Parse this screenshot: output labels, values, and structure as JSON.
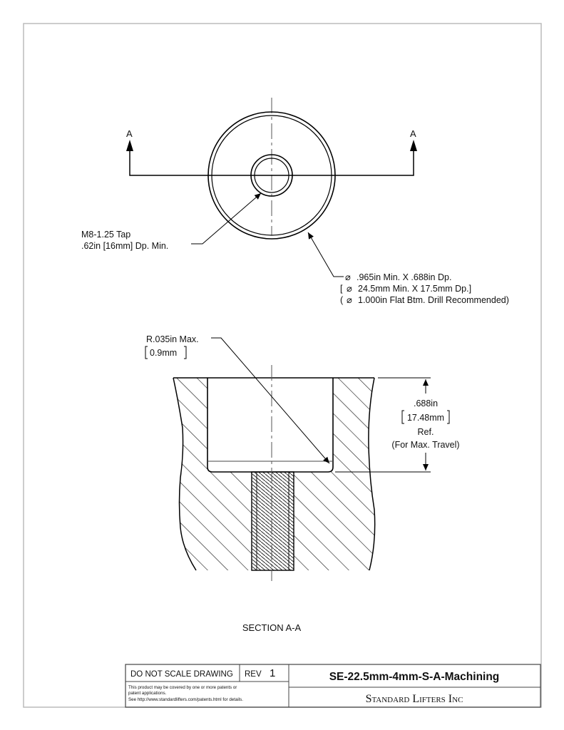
{
  "section_marker": "A",
  "tap_callout": {
    "line1": "M8-1.25 Tap",
    "line2": ".62in [16mm] Dp. Min."
  },
  "bore_callout": {
    "line1": ".965in Min. X .688in Dp.",
    "line2_open": "[",
    "line2": "24.5mm Min. X 17.5mm Dp.]",
    "line3_open": "(",
    "line3": "1.000in Flat Btm. Drill Recommended)",
    "diameter_symbol": "⌀"
  },
  "radius_callout": {
    "line1": "R.035in  Max.",
    "line2": "0.9mm"
  },
  "depth_callout": {
    "value_in": ".688in",
    "value_mm": "17.48mm",
    "line3": "Ref.",
    "line4": "(For Max. Travel)"
  },
  "section_title": "SECTION A-A",
  "title_block": {
    "scale_note": "DO NOT SCALE DRAWING",
    "rev_label": "REV",
    "rev_value": "1",
    "part_number": "SE-22.5mm-4mm-S-A-Machining",
    "company": "Standard Lifters Inc",
    "patent_line1": "This product may be covered by one or more patents or",
    "patent_line2": "patent applications.",
    "patent_line3": "See http://www.standardlifters.com/patents.html for details."
  }
}
